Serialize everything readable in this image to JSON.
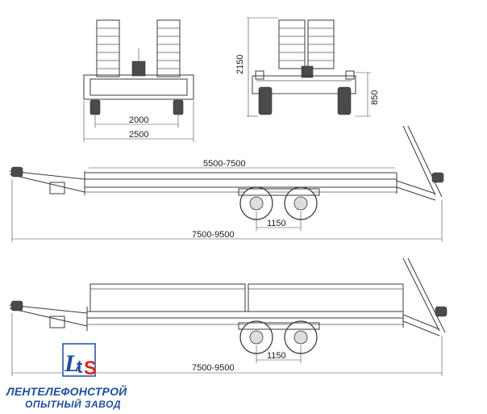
{
  "dimensions": {
    "front_track_inner": "2000",
    "front_width": "2500",
    "rear_height": "2150",
    "rear_platform_height": "850",
    "platform_length": "5500-7500",
    "axle_spacing_1": "1150",
    "overall_length_1": "7500-9500",
    "axle_spacing_2": "1150",
    "overall_length_2": "7500-9500"
  },
  "brand": {
    "logo_letters": "LTS",
    "name": "ЛЕНТЕЛЕФОНСТРОЙ",
    "subtitle": "ОПЫТНЫЙ ЗАВОД"
  },
  "colors": {
    "brand_blue": "#1f4e9c",
    "brand_red": "#d22a2a"
  }
}
